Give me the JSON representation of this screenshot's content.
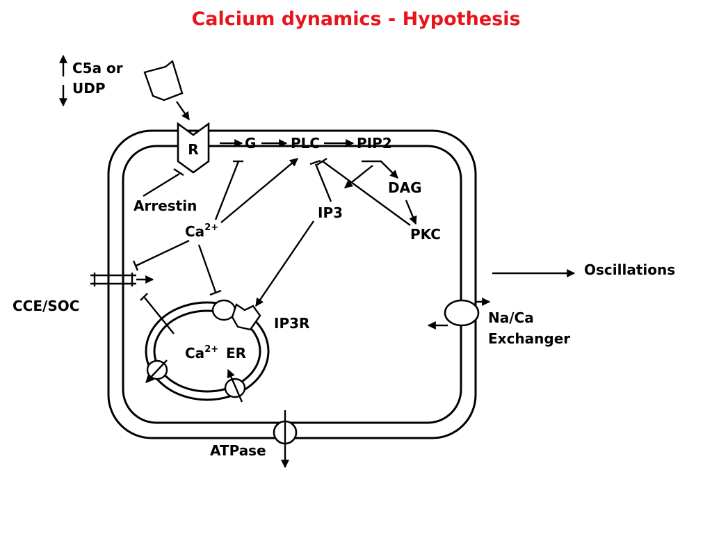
{
  "title": "Calcium dynamics - Hypothesis",
  "labels": {
    "agonist_line1": "C5a or",
    "agonist_line2": "UDP",
    "receptor": "R",
    "g_protein": "G",
    "plc": "PLC",
    "pip2": "PIP2",
    "dag": "DAG",
    "arrestin": "Arrestin",
    "ip3": "IP3",
    "pkc": "PKC",
    "calcium": "Ca",
    "calcium_charge": "2+",
    "oscillations": "Oscillations",
    "cce_soc": "CCE/SOC",
    "ip3r": "IP3R",
    "na_ca_line1": "Na/Ca",
    "na_ca_line2": "Exchanger",
    "er_calcium": "Ca",
    "er_calcium_charge": "2+",
    "er_label": "ER",
    "atpase": "ATPase"
  },
  "colors": {
    "title": "#e8141c",
    "ink": "#000000",
    "background": "#ffffff"
  }
}
